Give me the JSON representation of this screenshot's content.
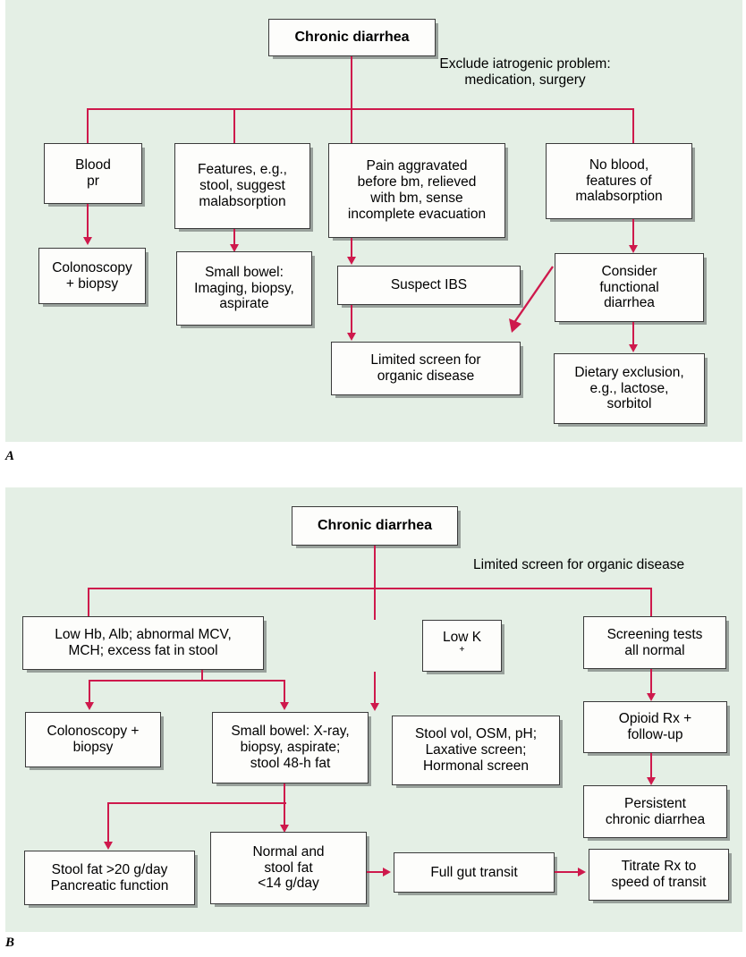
{
  "figure": {
    "panels": [
      {
        "letter": "A",
        "title_node": "Chronic diarrhea",
        "edge_label": "Exclude iatrogenic problem:\nmedication, surgery",
        "nodes": [
          {
            "id": "a-blood",
            "text": "Blood\npr"
          },
          {
            "id": "a-features",
            "text": "Features, e.g.,\nstool, suggest\nmalabsorption"
          },
          {
            "id": "a-pain",
            "text": "Pain aggravated\nbefore bm, relieved\nwith bm, sense\nincomplete evacuation"
          },
          {
            "id": "a-noblood",
            "text": "No blood,\nfeatures of\nmalabsorption"
          },
          {
            "id": "a-colonoscopy",
            "text": "Colonoscopy\n+ biopsy"
          },
          {
            "id": "a-smallbowel",
            "text": "Small bowel:\nImaging, biopsy,\naspirate"
          },
          {
            "id": "a-suspect-ibs",
            "text": "Suspect IBS"
          },
          {
            "id": "a-consider",
            "text": "Consider\nfunctional\ndiarrhea"
          },
          {
            "id": "a-limited-screen",
            "text": "Limited screen for\norganic disease"
          },
          {
            "id": "a-dietary",
            "text": "Dietary exclusion,\ne.g., lactose,\nsorbitol"
          }
        ]
      },
      {
        "letter": "B",
        "title_node": "Chronic diarrhea",
        "edge_label": "Limited screen for organic disease",
        "nodes": [
          {
            "id": "b-lowhb",
            "text": "Low Hb, Alb; abnormal MCV,\nMCH; excess fat in stool"
          },
          {
            "id": "b-lowk",
            "text": "Low K",
            "sup": "+"
          },
          {
            "id": "b-screening",
            "text": "Screening tests\nall normal"
          },
          {
            "id": "b-colonoscopy",
            "text": "Colonoscopy +\nbiopsy"
          },
          {
            "id": "b-smallbowel",
            "text": "Small bowel: X-ray,\nbiopsy, aspirate;\nstool 48-h fat"
          },
          {
            "id": "b-stoolvol",
            "text": "Stool vol, OSM, pH;\nLaxative screen;\nHormonal screen"
          },
          {
            "id": "b-opioid",
            "text": "Opioid Rx +\nfollow-up"
          },
          {
            "id": "b-persistent",
            "text": "Persistent\nchronic diarrhea"
          },
          {
            "id": "b-stoolfat20",
            "text": "Stool fat >20 g/day\nPancreatic function"
          },
          {
            "id": "b-normal14",
            "text": "Normal and\nstool fat\n<14 g/day"
          },
          {
            "id": "b-fullgut",
            "text": "Full gut transit"
          },
          {
            "id": "b-titrate",
            "text": "Titrate Rx to\nspeed of transit"
          }
        ]
      }
    ]
  },
  "colors": {
    "panel_background": "#e4efe5",
    "connector": "#ce194c",
    "node_fill": "#fdfdfb",
    "node_border": "#3a3a3a",
    "page_background": "#ffffff"
  }
}
